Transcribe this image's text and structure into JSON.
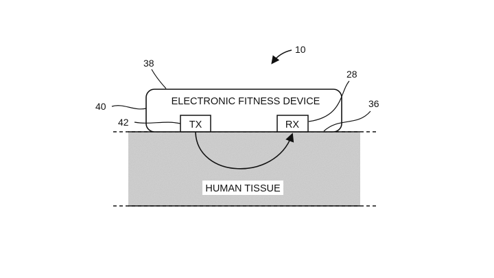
{
  "diagram": {
    "device_label": "ELECTRONIC FITNESS DEVICE",
    "tissue_label": "HUMAN TISSUE",
    "tx_label": "TX",
    "rx_label": "RX",
    "refs": {
      "system": "10",
      "device_top": "38",
      "rx_ref": "28",
      "device_side": "40",
      "bottom_ref": "36",
      "tx_ref": "42"
    }
  }
}
